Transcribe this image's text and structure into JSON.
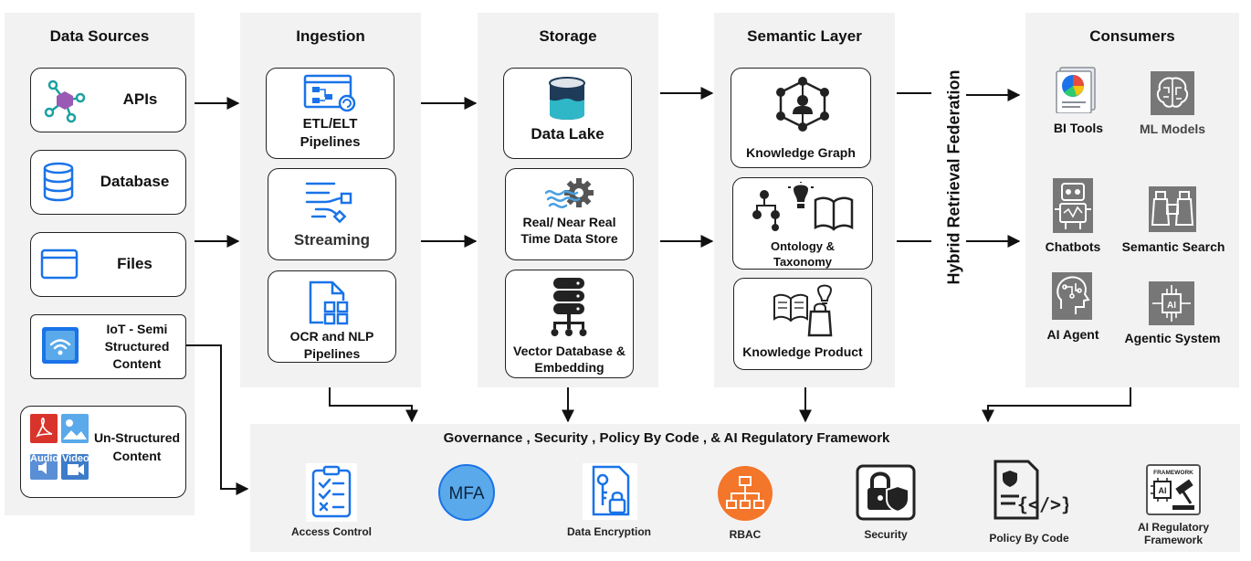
{
  "sections": {
    "data_sources": "Data Sources",
    "ingestion": "Ingestion",
    "storage": "Storage",
    "semantic_layer": "Semantic Layer",
    "consumers": "Consumers"
  },
  "data_sources": {
    "apis": "APIs",
    "database": "Database",
    "files": "Files",
    "iot_line1": "IoT - Semi",
    "iot_line2": "Structured",
    "iot_line3": "Content",
    "unstructured_line1": "Un-Structured",
    "unstructured_line2": "Content",
    "audio": "Audio",
    "video": "Video"
  },
  "ingestion": {
    "etl_line1": "ETL/ELT",
    "etl_line2": "Pipelines",
    "streaming": "Streaming",
    "ocr_line1": "OCR and NLP",
    "ocr_line2": "Pipelines"
  },
  "storage": {
    "data_lake": "Data Lake",
    "realtime_line1": "Real/ Near Real",
    "realtime_line2": "Time Data Store",
    "vector_line1": "Vector Database &",
    "vector_line2": "Embedding"
  },
  "semantic": {
    "knowledge_graph": "Knowledge Graph",
    "ontology_line1": "Ontology &",
    "ontology_line2": "Taxonomy",
    "knowledge_product": "Knowledge Product"
  },
  "federation": "Hybrid Retrieval Federation",
  "consumers": {
    "bi_tools": "BI Tools",
    "ml_models": "ML Models",
    "chatbots": "Chatbots",
    "semantic_search": "Semantic Search",
    "ai_agent": "AI Agent",
    "agentic_system": "Agentic System",
    "ai_chip": "AI"
  },
  "governance": {
    "title": "Governance , Security , Policy By Code , & AI Regulatory Framework",
    "access_control": "Access Control",
    "mfa": "MFA",
    "data_encryption": "Data Encryption",
    "rbac": "RBAC",
    "security": "Security",
    "policy_by_code": "Policy By Code",
    "ai_reg_line1": "AI Regulatory",
    "ai_reg_line2": "Framework",
    "framework_badge": "FRAMEWORK",
    "framework_chip": "AI"
  },
  "colors": {
    "panel_bg": "#f2f2f2",
    "primary_blue": "#1a73e8",
    "light_blue": "#4a9fe0",
    "gray_icon": "#555555",
    "rbac_orange": "#f4762a",
    "mfa_blue": "#5aa9ea",
    "hub_purple": "#9b59b6",
    "node_teal": "#1aa0a0",
    "pdf_red": "#d9342b",
    "lake_navy": "#1f3b5a",
    "lake_teal": "#2fb7c7"
  }
}
